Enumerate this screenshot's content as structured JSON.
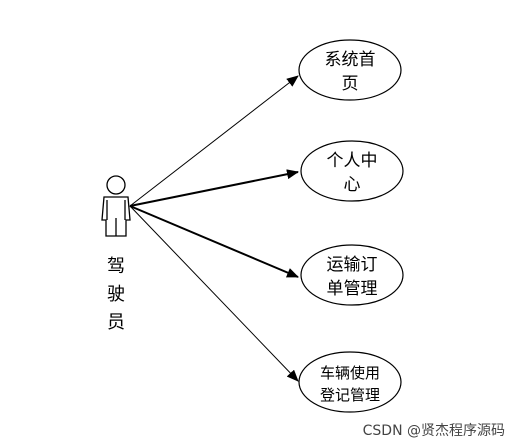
{
  "actor": {
    "name_lines": [
      "驾",
      "驶",
      "员"
    ]
  },
  "use_cases": [
    {
      "id": "home",
      "lines": [
        "系统首",
        "页"
      ]
    },
    {
      "id": "profile",
      "lines": [
        "个人中",
        "心"
      ]
    },
    {
      "id": "orders",
      "lines": [
        "运输订",
        "单管理"
      ]
    },
    {
      "id": "vehicle",
      "lines": [
        "车辆使用",
        "登记管理"
      ]
    }
  ],
  "watermark": "CSDN @贤杰程序源码"
}
